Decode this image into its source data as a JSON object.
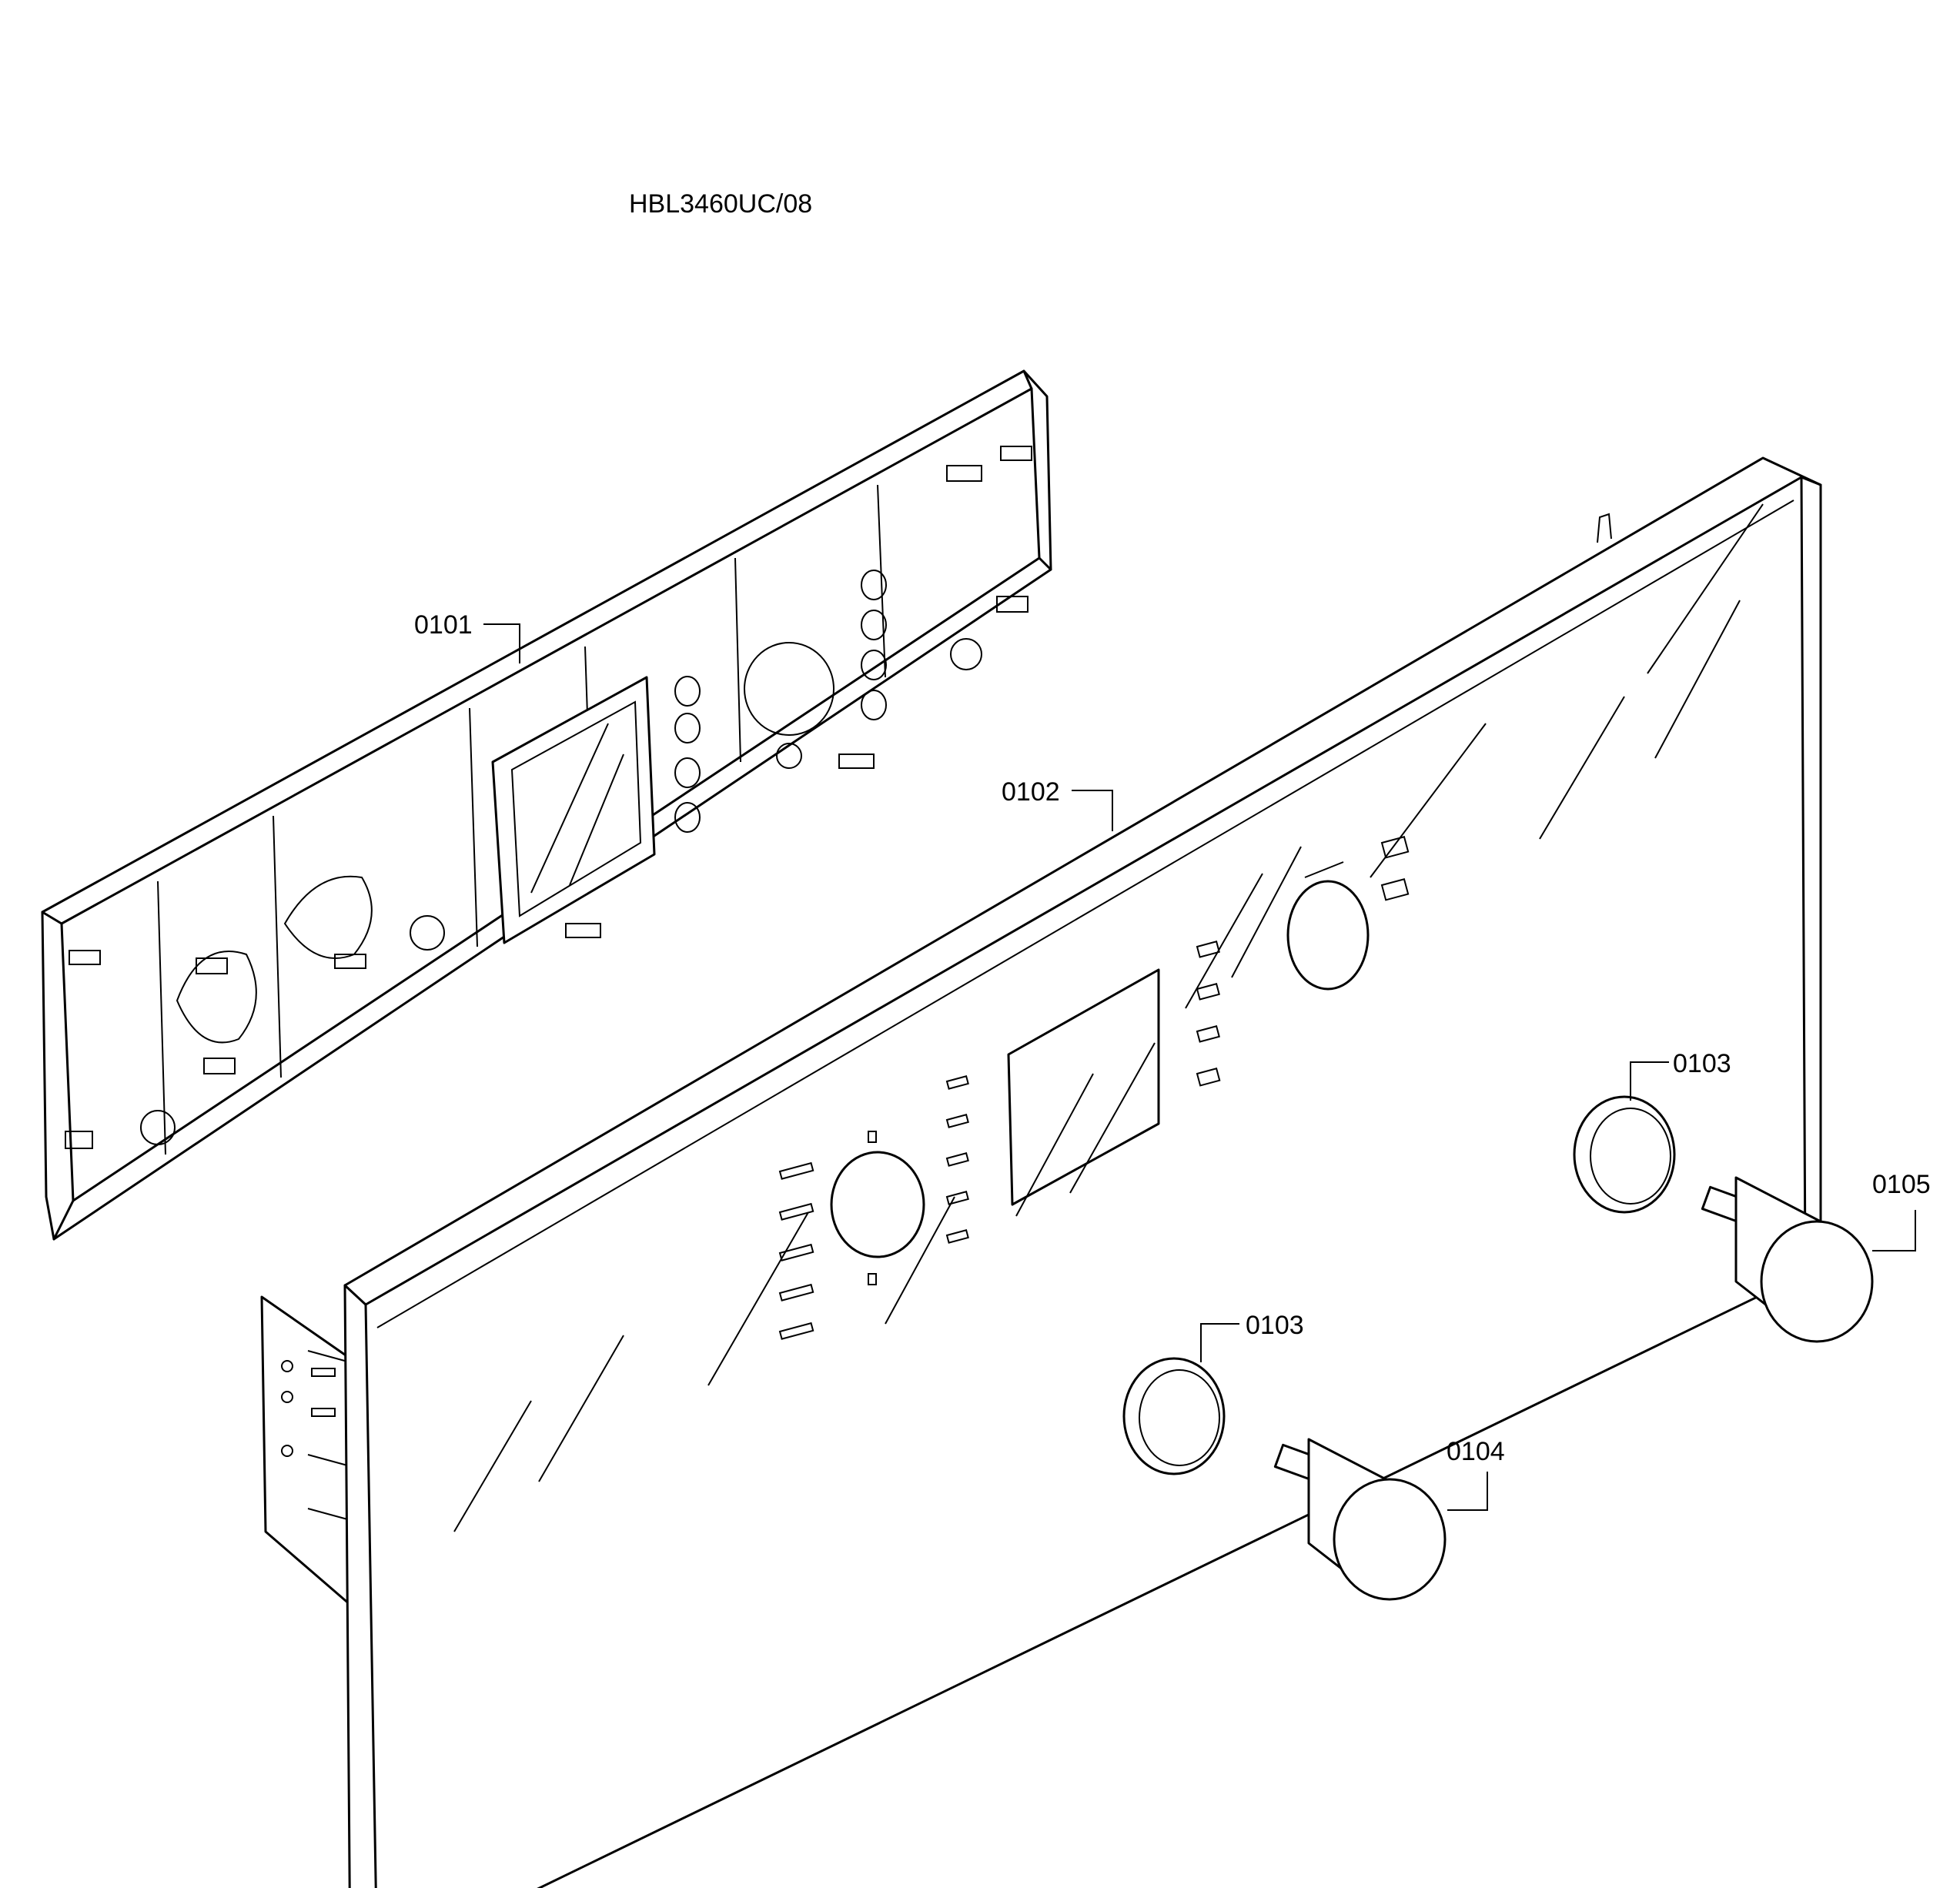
{
  "model_label": "HBL3460UC/08",
  "parts": {
    "p0101": "0101",
    "p0102": "0102",
    "p0103_upper": "0103",
    "p0103_lower": "0103",
    "p0104": "0104",
    "p0105": "0105"
  },
  "colors": {
    "line": "#000000",
    "background": "#ffffff"
  }
}
